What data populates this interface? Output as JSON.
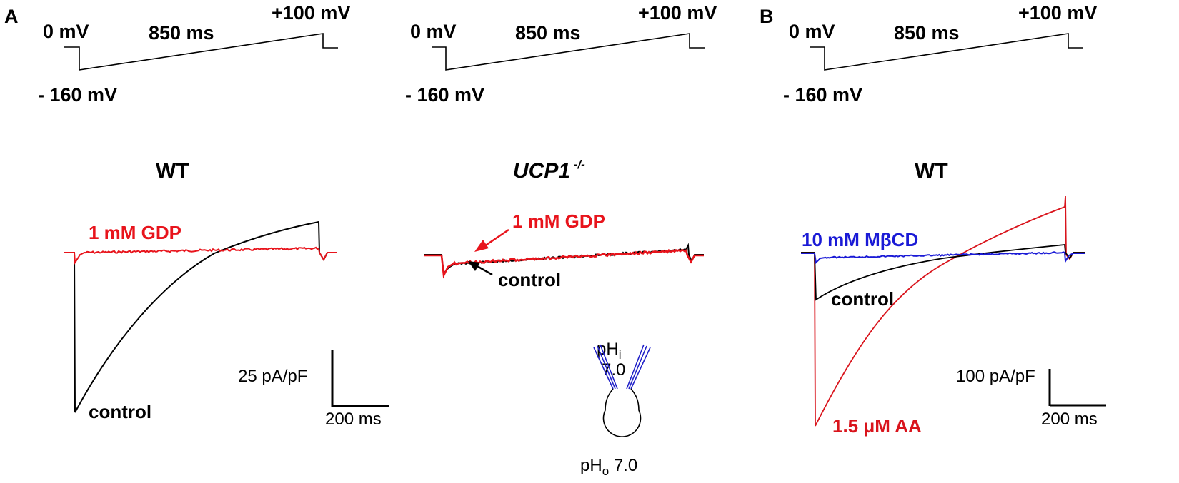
{
  "panel_letters": {
    "a": "A",
    "b": "B"
  },
  "protocol": {
    "hold_label": "0 mV",
    "ramp_duration_label": "850 ms",
    "end_label": "+100 mV",
    "start_label": "- 160 mV"
  },
  "panels": {
    "wt_left": {
      "title": "WT",
      "treatment_label": "1 mM GDP",
      "control_label": "control",
      "scale_y_label": "25 pA/pF",
      "scale_x_label": "200 ms"
    },
    "ucp1": {
      "title_main": "UCP1",
      "title_sup": " -/-",
      "treatment_label": "1 mM GDP",
      "control_label": "control"
    },
    "wt_right": {
      "title": "WT",
      "treatment1_label": "10 mM MβCD",
      "control_label": "control",
      "treatment2_label": "1.5 μM AA",
      "scale_y_label": "100 pA/pF",
      "scale_x_label": "200 ms"
    }
  },
  "cell_schematic": {
    "ph_prefix": "pH",
    "ph_in_sub": "i",
    "ph_in_value": "7.0",
    "ph_out_sub": "o",
    "ph_out_value": " 7.0"
  },
  "colors": {
    "control": "#000000",
    "gdp": "#e8141c",
    "mbcd": "#1a1ad6",
    "aa": "#d9141c",
    "pipette": "#2020c8"
  }
}
